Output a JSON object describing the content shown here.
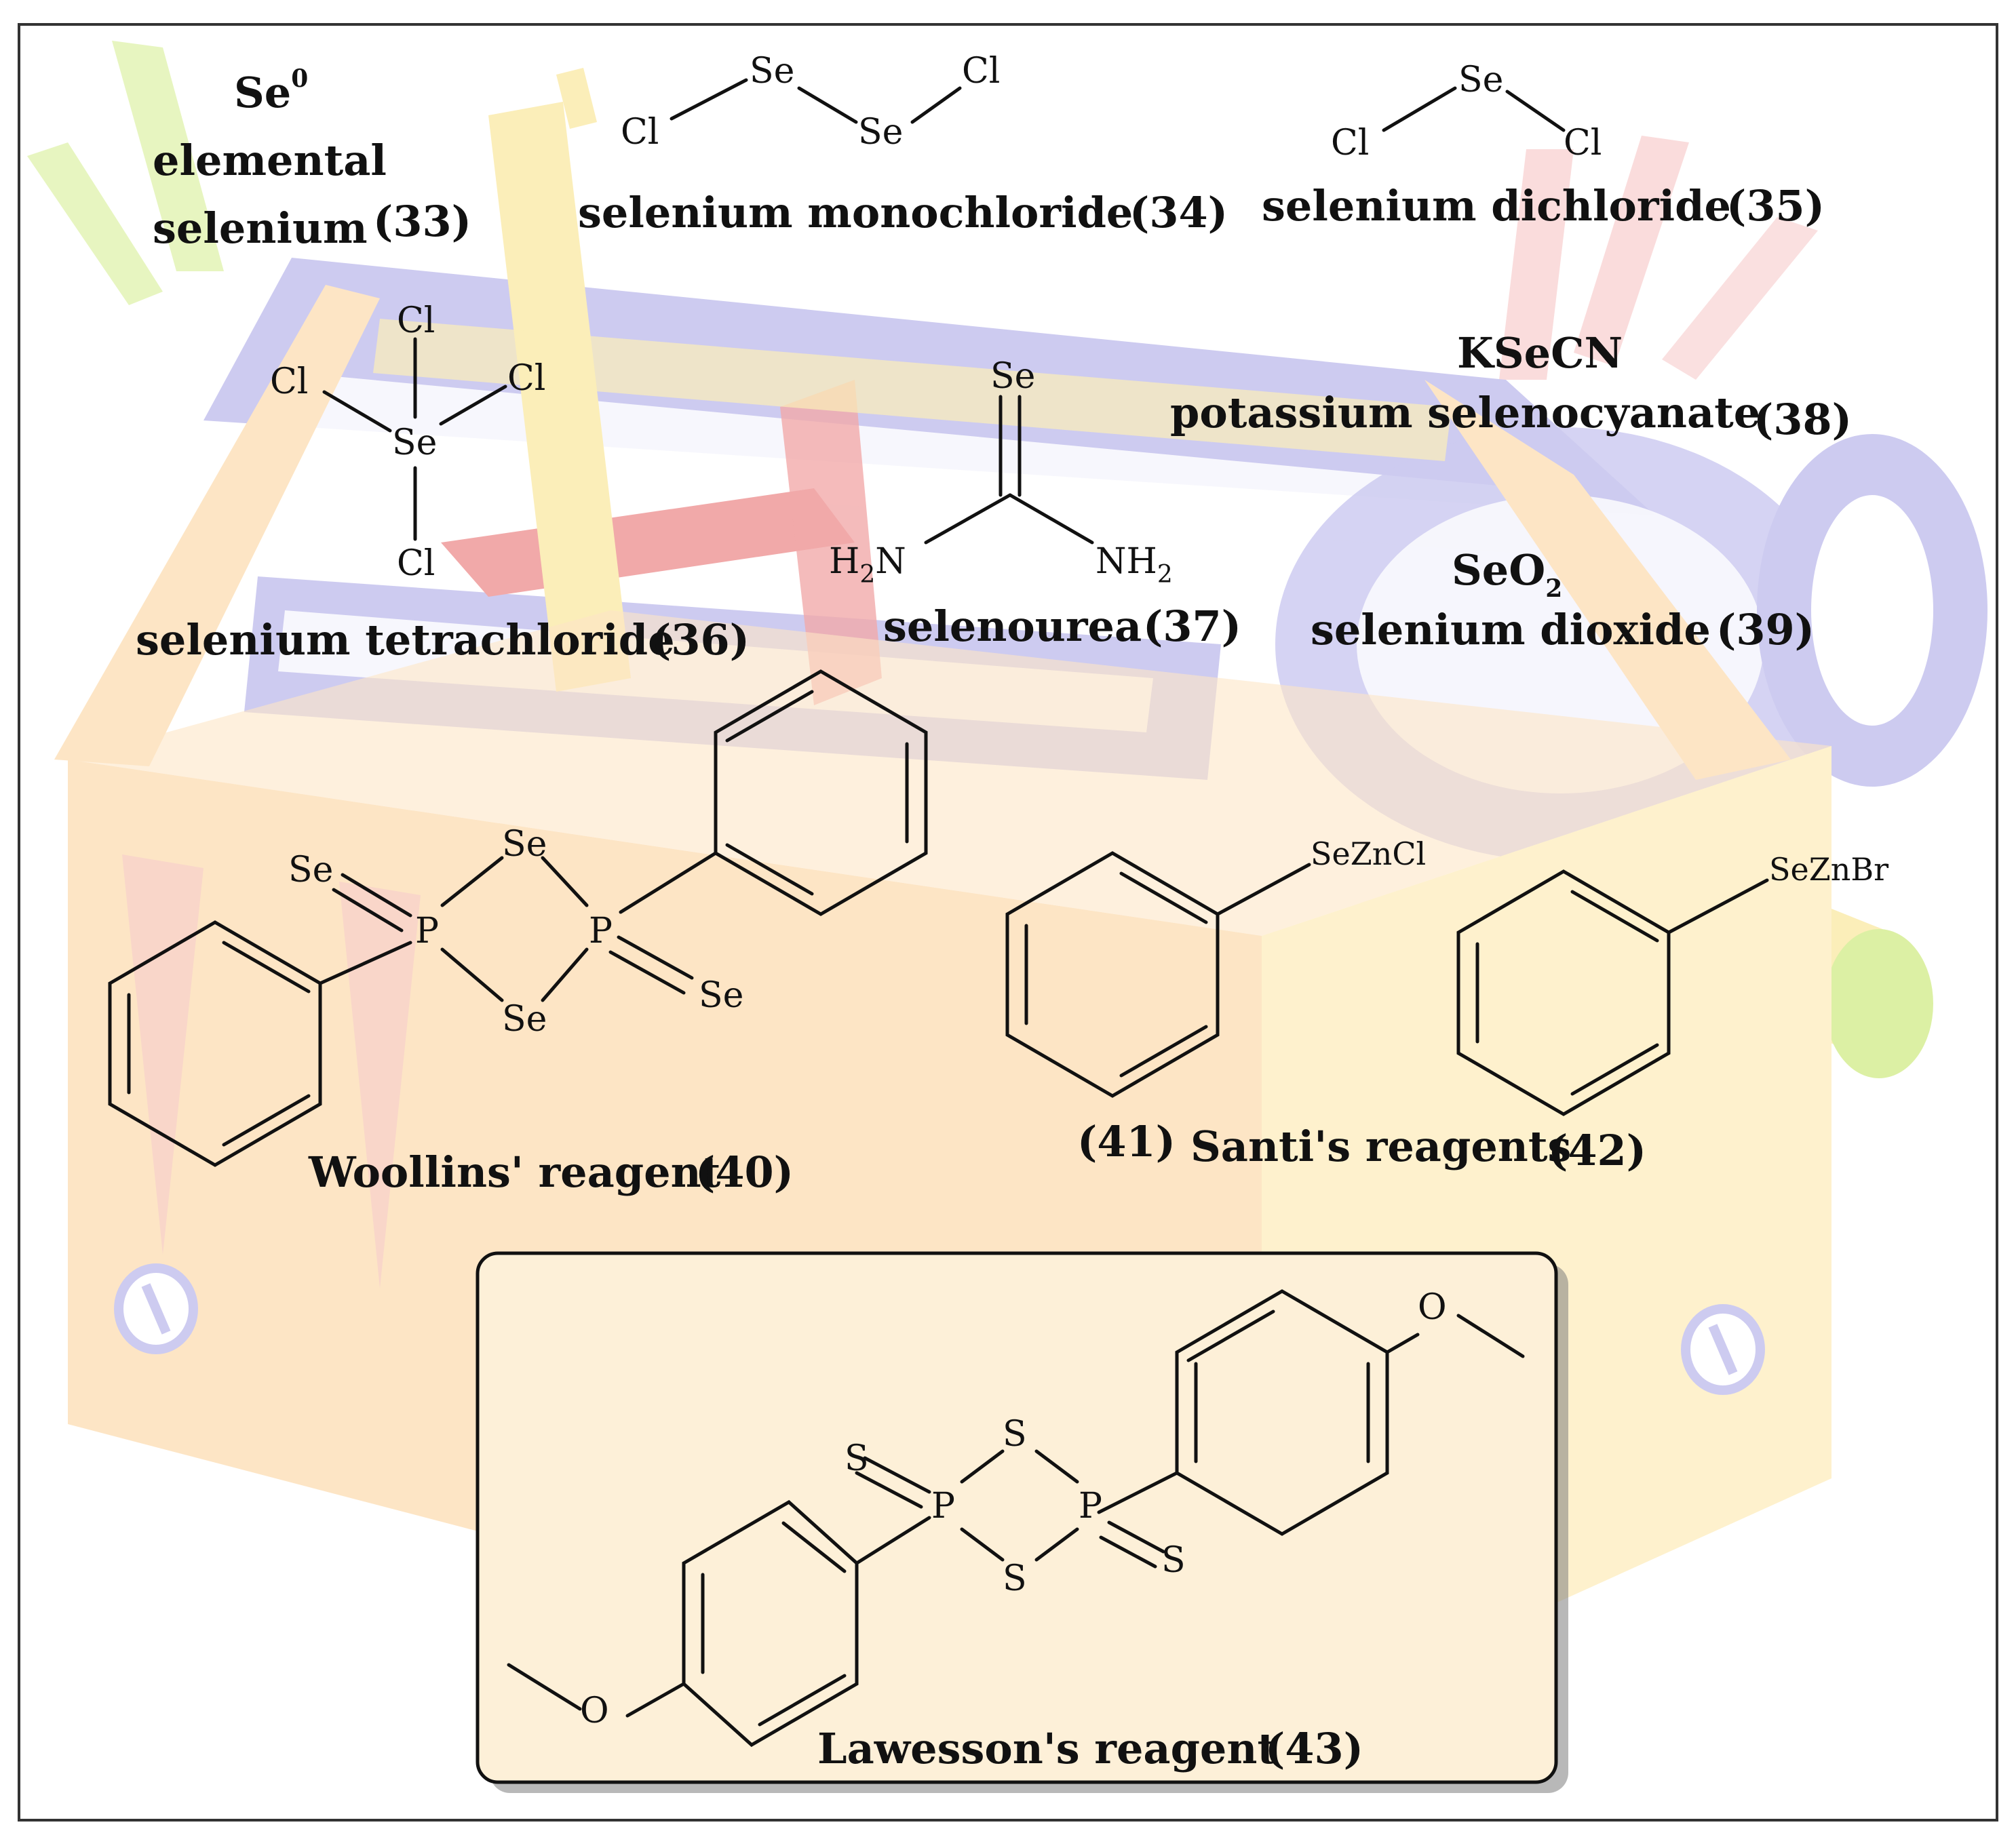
{
  "labels": {
    "l33a": "elemental",
    "l33b": "selenium",
    "l33n": "(33)",
    "l34": "selenium monochloride",
    "l34n": "(34)",
    "l35": "selenium dichloride",
    "l35n": "(35)",
    "l36": "selenium tetrachloride",
    "l36n": "(36)",
    "l37": "selenourea",
    "l37n": "(37)",
    "l38a": "KSeCN",
    "l38b": "potassium selenocyanate",
    "l38n": "(38)",
    "l39": "selenium dioxide",
    "l39n": "(39)",
    "l40": "Woollins' reagent",
    "l40n": "(40)",
    "l41n": "(41)",
    "l4142": "Santi's reagents",
    "l42n": "(42)",
    "l43": "Lawesson's reagent",
    "l43n": "(43)"
  },
  "formulas": {
    "se0_base": "Se",
    "se0_sup": "0",
    "seo2_base": "SeO",
    "seo2_sub": "2"
  },
  "atoms": {
    "se": "Se",
    "cl": "Cl",
    "p": "P",
    "s": "S",
    "o": "O",
    "h2n_h": "H",
    "h2n_2": "2",
    "h2n_n": "N",
    "nh2_nh": "NH",
    "nh2_2": "2",
    "sezncl": "SeZnCl",
    "seznbr": "SeZnBr"
  },
  "colors": {
    "background": "#ffffff",
    "ink": "#111111",
    "toolbox_wood": "#fde3bf",
    "toolbox_lavender": "#c8c6ef",
    "accent_red": "#f0a0a0",
    "accent_green": "#d9ef9a"
  },
  "icons": {
    "background_art": "toolbox-clipart"
  }
}
